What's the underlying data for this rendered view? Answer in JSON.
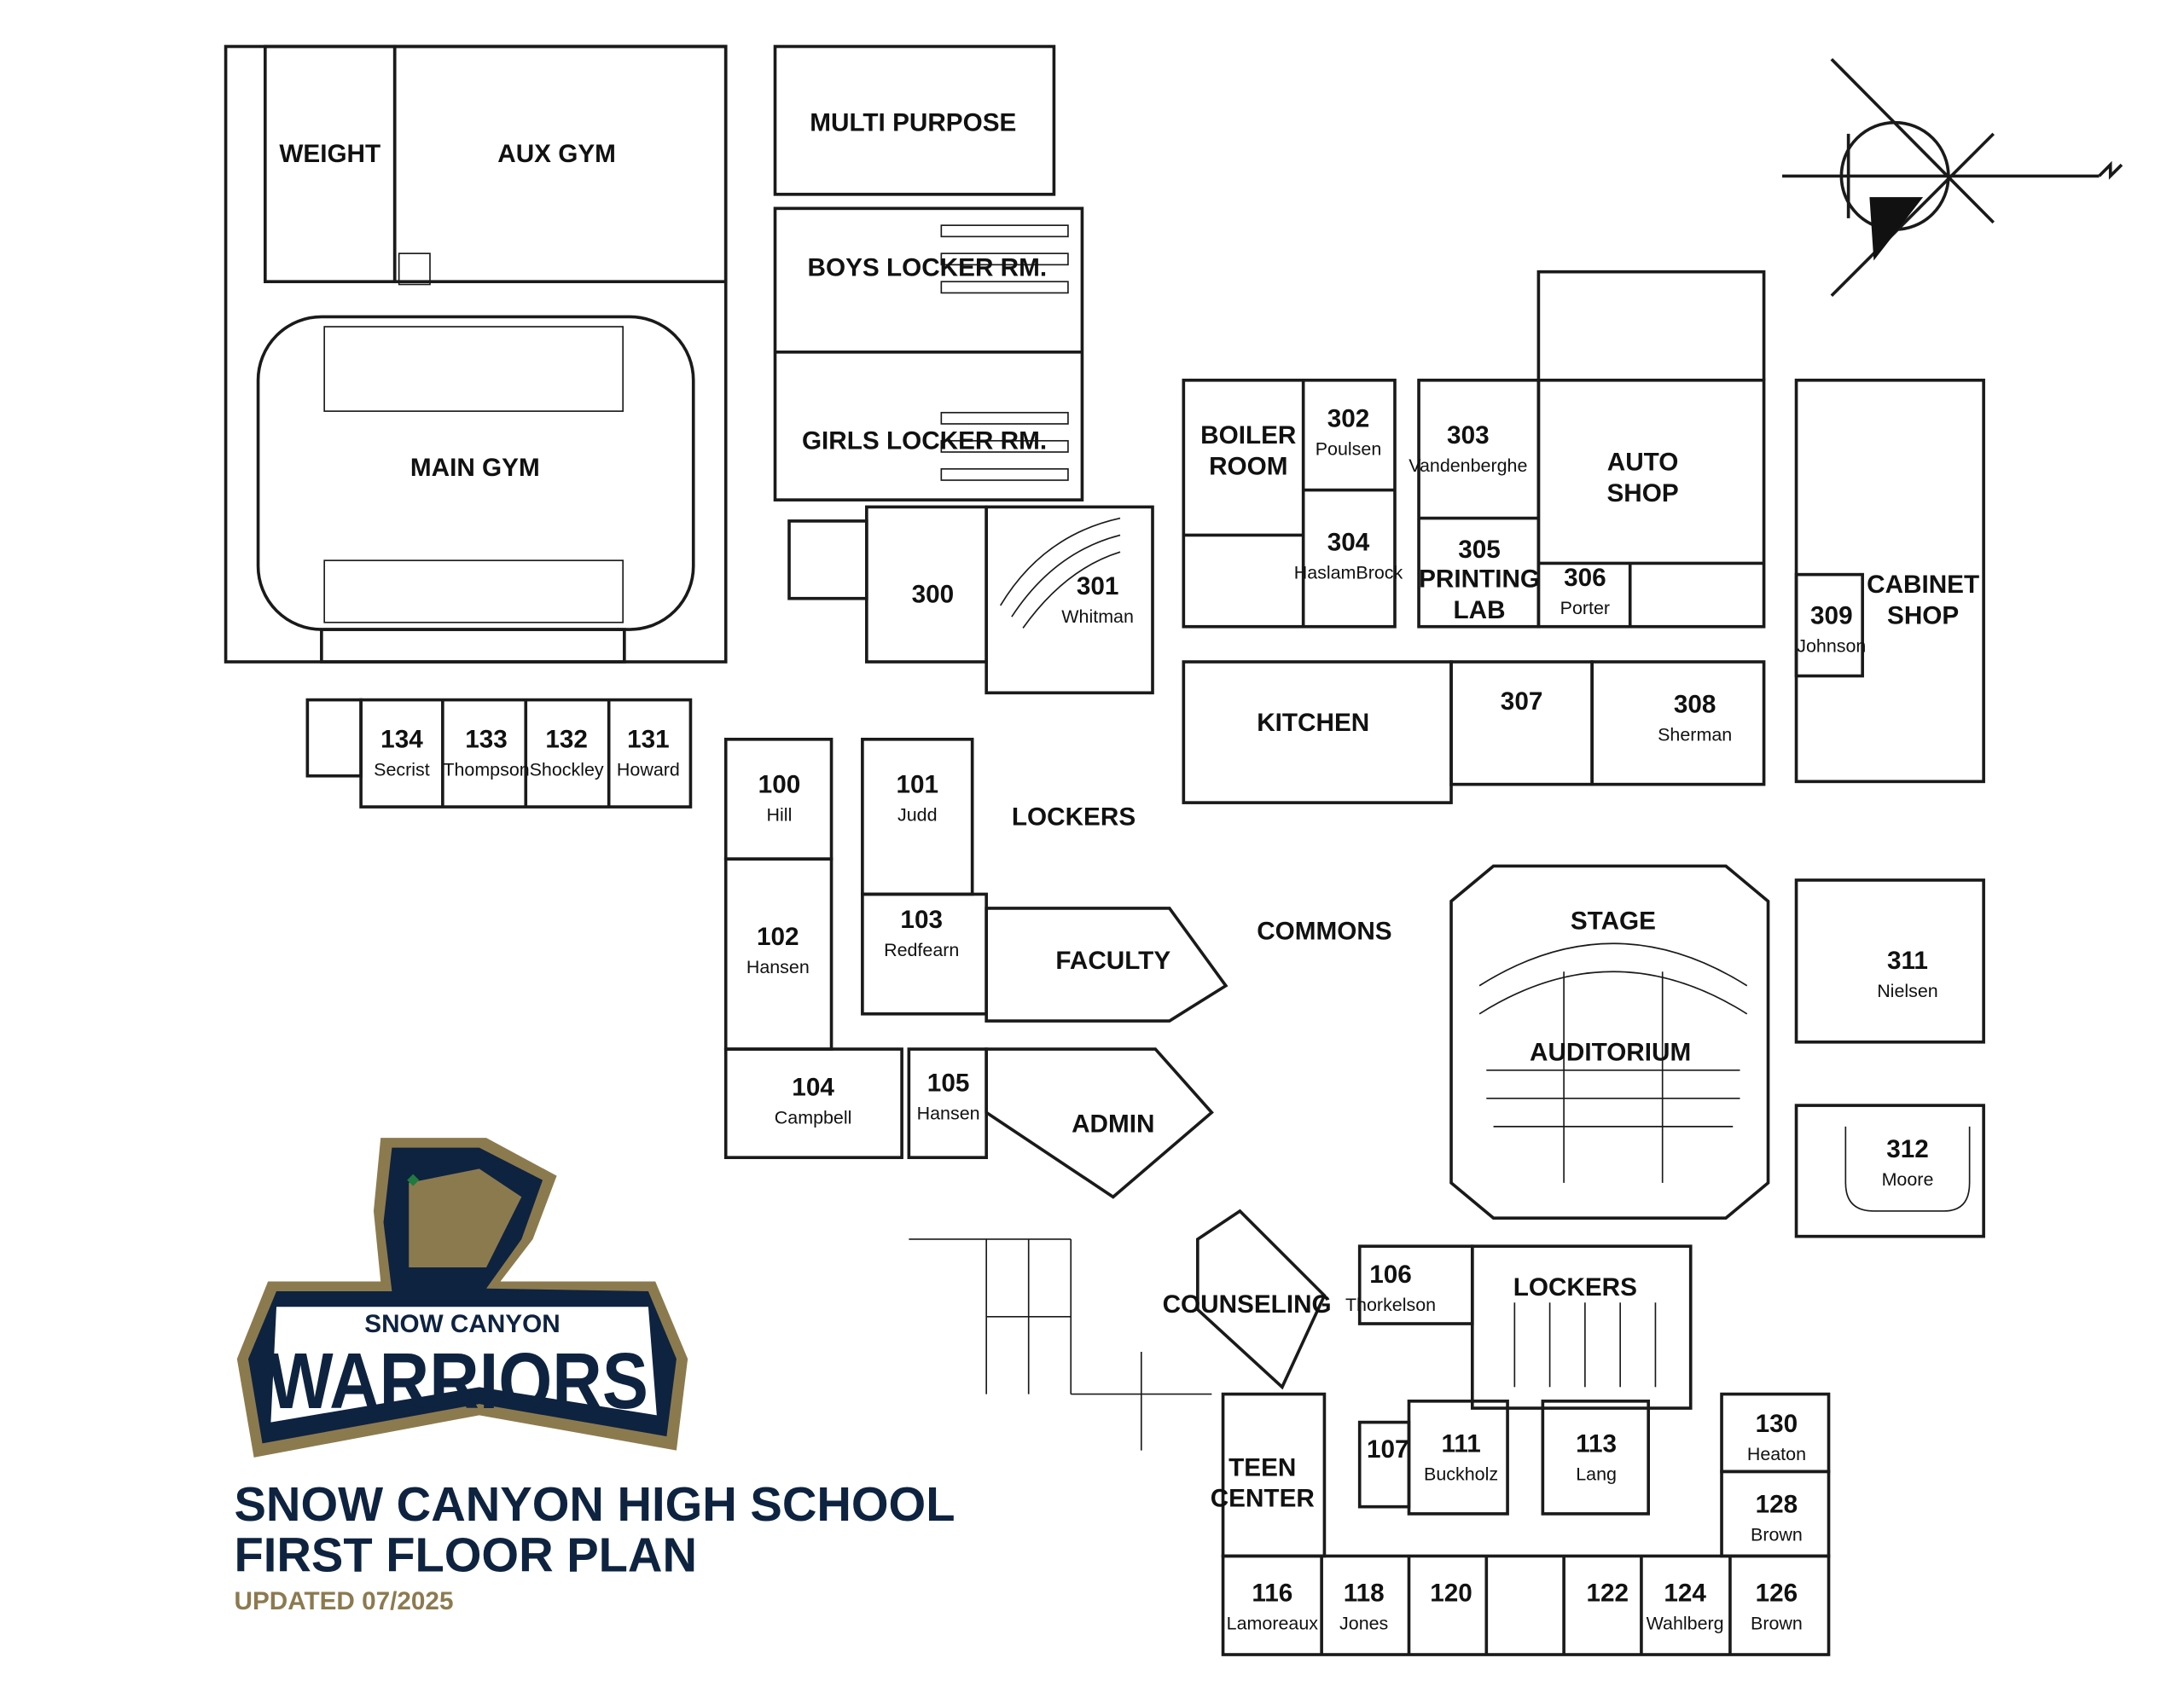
{
  "colors": {
    "navy": "#0e2340",
    "gold": "#8c7a4f",
    "green": "#1f7a3f"
  },
  "title": {
    "line1": "SNOW CANYON HIGH SCHOOL",
    "line2": "FIRST FLOOR PLAN",
    "updated": "UPDATED 07/2025"
  },
  "logo": {
    "top": "SNOW CANYON",
    "main": "WARRIORS"
  },
  "areas": {
    "weight": "WEIGHT",
    "aux_gym": "AUX GYM",
    "main_gym": "MAIN GYM",
    "multi_purpose": "MULTI PURPOSE",
    "boys_locker": "BOYS LOCKER RM.",
    "girls_locker": "GIRLS LOCKER RM.",
    "boiler1": "BOILER",
    "boiler2": "ROOM",
    "auto1": "AUTO",
    "auto2": "SHOP",
    "cabinet1": "CABINET",
    "cabinet2": "SHOP",
    "kitchen": "KITCHEN",
    "lockers_north": "LOCKERS",
    "commons": "COMMONS",
    "stage": "STAGE",
    "auditorium": "AUDITORIUM",
    "faculty": "FACULTY",
    "admin": "ADMIN",
    "counseling": "COUNSELING",
    "lockers_south": "LOCKERS",
    "teen1": "TEEN",
    "teen2": "CENTER",
    "printing1": "PRINTING",
    "printing2": "LAB"
  },
  "rooms": [
    {
      "num": "134",
      "name": "Secrist"
    },
    {
      "num": "133",
      "name": "Thompson"
    },
    {
      "num": "132",
      "name": "Shockley"
    },
    {
      "num": "131",
      "name": "Howard"
    },
    {
      "num": "300",
      "name": ""
    },
    {
      "num": "301",
      "name": "Whitman"
    },
    {
      "num": "302",
      "name": "Poulsen"
    },
    {
      "num": "303",
      "name": "Vandenberghe"
    },
    {
      "num": "304",
      "name": "HaslamBrock"
    },
    {
      "num": "305",
      "name": ""
    },
    {
      "num": "306",
      "name": "Porter"
    },
    {
      "num": "307",
      "name": ""
    },
    {
      "num": "308",
      "name": "Sherman"
    },
    {
      "num": "309",
      "name": "Johnson"
    },
    {
      "num": "311",
      "name": "Nielsen"
    },
    {
      "num": "312",
      "name": "Moore"
    },
    {
      "num": "100",
      "name": "Hill"
    },
    {
      "num": "101",
      "name": "Judd"
    },
    {
      "num": "102",
      "name": "Hansen"
    },
    {
      "num": "103",
      "name": "Redfearn"
    },
    {
      "num": "104",
      "name": "Campbell"
    },
    {
      "num": "105",
      "name": "Hansen"
    },
    {
      "num": "106",
      "name": "Thorkelson"
    },
    {
      "num": "107",
      "name": ""
    },
    {
      "num": "111",
      "name": "Buckholz"
    },
    {
      "num": "113",
      "name": "Lang"
    },
    {
      "num": "130",
      "name": "Heaton"
    },
    {
      "num": "128",
      "name": "Brown"
    },
    {
      "num": "116",
      "name": "Lamoreaux"
    },
    {
      "num": "118",
      "name": "Jones"
    },
    {
      "num": "120",
      "name": ""
    },
    {
      "num": "122",
      "name": ""
    },
    {
      "num": "124",
      "name": "Wahlberg"
    },
    {
      "num": "126",
      "name": "Brown"
    }
  ]
}
